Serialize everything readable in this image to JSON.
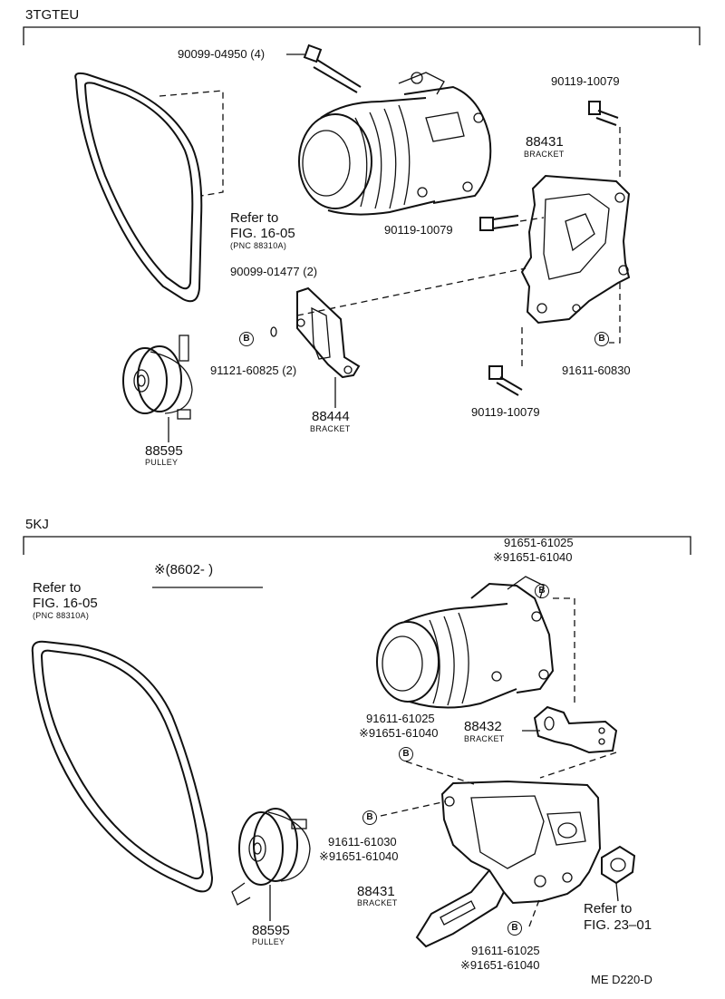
{
  "sections": {
    "top": {
      "title": "3TGTEU",
      "parts": {
        "bolt_a": "90099-04950 (4)",
        "bolt_b": "90119-10079",
        "bracket_88431_num": "88431",
        "bracket_88431_name": "BRACKET",
        "bolt_c": "90119-10079",
        "refer_line1": "Refer to",
        "refer_line2": "FIG. 16-05",
        "refer_line3": "(PNC 88310A)",
        "washer": "90099-01477 (2)",
        "bolt_d": "91121-60825 (2)",
        "bolt_e": "91611-60830",
        "bracket_88444_num": "88444",
        "bracket_88444_name": "BRACKET",
        "bolt_f": "90119-10079",
        "pulley_num": "88595",
        "pulley_name": "PULLEY"
      }
    },
    "bottom": {
      "title": "5KJ",
      "parts": {
        "serial_note": "※(8602-         )",
        "refer_line1": "Refer to",
        "refer_line2": "FIG. 16-05",
        "refer_line3": "(PNC 88310A)",
        "bolt_a1": "91651-61025",
        "bolt_a2": "※91651-61040",
        "bolt_b1": "91611-61025",
        "bolt_b2": "※91651-61040",
        "bracket_88432_num": "88432",
        "bracket_88432_name": "BRACKET",
        "bolt_c1": "91611-61030",
        "bolt_c2": "※91651-61040",
        "bracket_88431_num": "88431",
        "bracket_88431_name": "BRACKET",
        "pulley_num": "88595",
        "pulley_name": "PULLEY",
        "refer2_line1": "Refer to",
        "refer2_line2": "FIG. 23–01",
        "bolt_d1": "91611-61025",
        "bolt_d2": "※91651-61040"
      }
    }
  },
  "marker_letter": "B",
  "footer_code": "ME  D220-D"
}
